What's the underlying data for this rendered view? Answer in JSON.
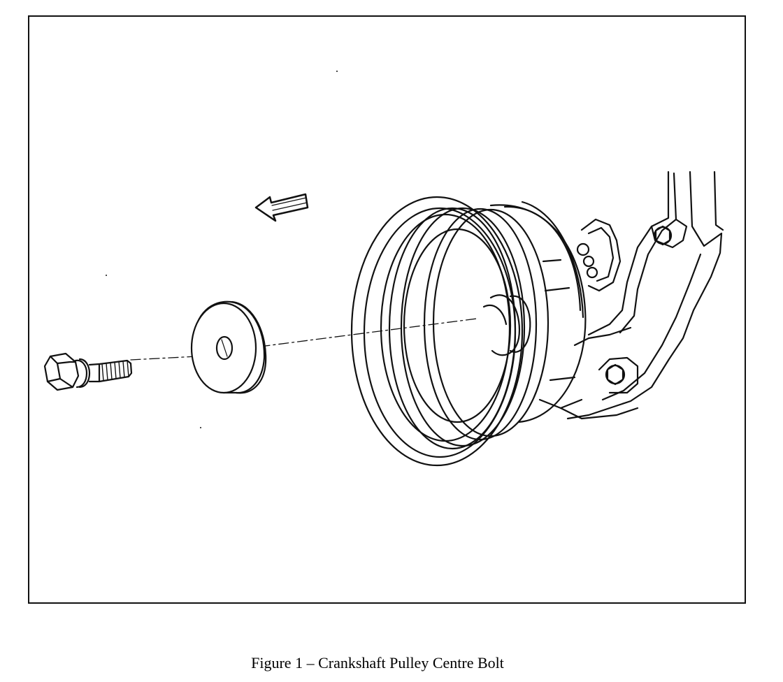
{
  "figure": {
    "caption": "Figure 1 – Crankshaft Pulley Centre Bolt",
    "parts": [
      "centre-bolt",
      "washer",
      "crankshaft-pulley",
      "engine-front-cover"
    ],
    "direction_arrow": "left",
    "line_color": "#111111"
  }
}
